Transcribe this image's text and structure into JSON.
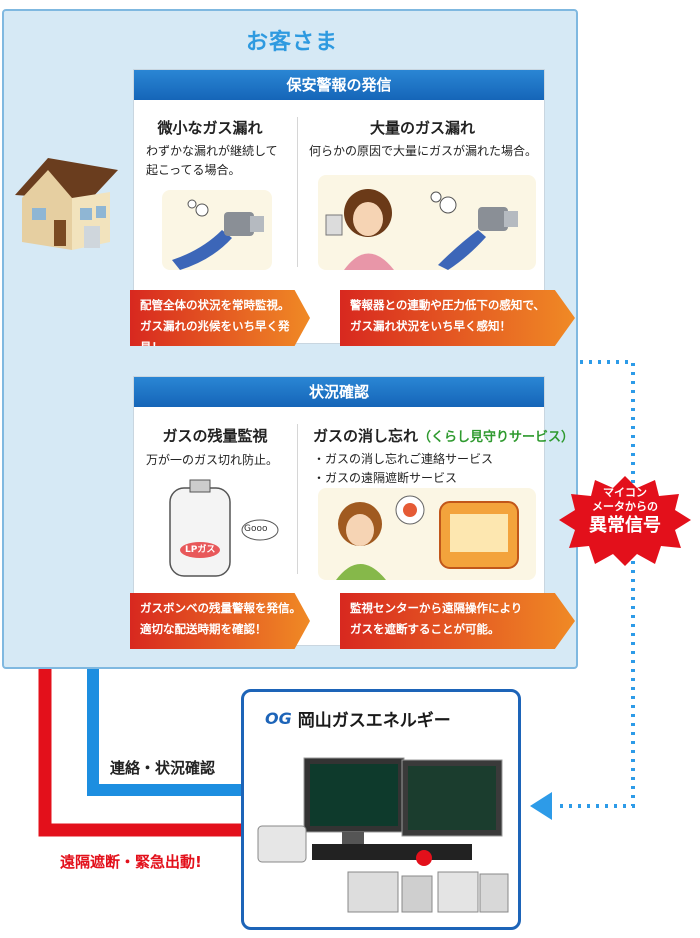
{
  "customer": {
    "title": "お客さま"
  },
  "alarm": {
    "header": "保安警報の発信",
    "minor_leak": {
      "title": "微小なガス漏れ",
      "desc_lines": [
        "わずかな漏れが継続して",
        "起こってる場合。"
      ],
      "arrow_lines": [
        "配管全体の状況を常時監視。",
        "ガス漏れの兆候をいち早く発見！"
      ]
    },
    "major_leak": {
      "title": "大量のガス漏れ",
      "desc_lines": [
        "何らかの原因で大量にガスが漏れた場合。"
      ],
      "arrow_lines": [
        "警報器との連動や圧力低下の感知で、",
        "ガス漏れ状況をいち早く感知！"
      ]
    }
  },
  "status": {
    "header": "状況確認",
    "remaining": {
      "title": "ガスの残量監視",
      "desc_lines": [
        "万が一のガス切れ防止。"
      ],
      "cylinder_label": "LPガス",
      "bubble": "Gooo",
      "arrow_lines": [
        "ガスボンベの残量警報を発信。",
        "適切な配送時期を確認！"
      ]
    },
    "forgot": {
      "title": "ガスの消し忘れ",
      "service": "（くらし見守りサービス）",
      "bullets": [
        "・ガスの消し忘れご連絡サービス",
        "・ガスの遠隔遮断サービス"
      ],
      "arrow_lines": [
        "監視センターから遠隔操作により",
        "ガスを遮断することが可能。"
      ]
    }
  },
  "signal": {
    "line1": "マイコン",
    "line2": "メータからの",
    "line3": "異常信号"
  },
  "center": {
    "logo_mark": "OG",
    "company": "岡山ガスエネルギー"
  },
  "labels": {
    "contact": "連絡・状況確認",
    "emergency": "遠隔遮断・緊急出動!"
  },
  "colors": {
    "red": "#e3101b",
    "blue": "#1d8ee0",
    "navy": "#1d64b8",
    "orange": "#f08a25"
  }
}
